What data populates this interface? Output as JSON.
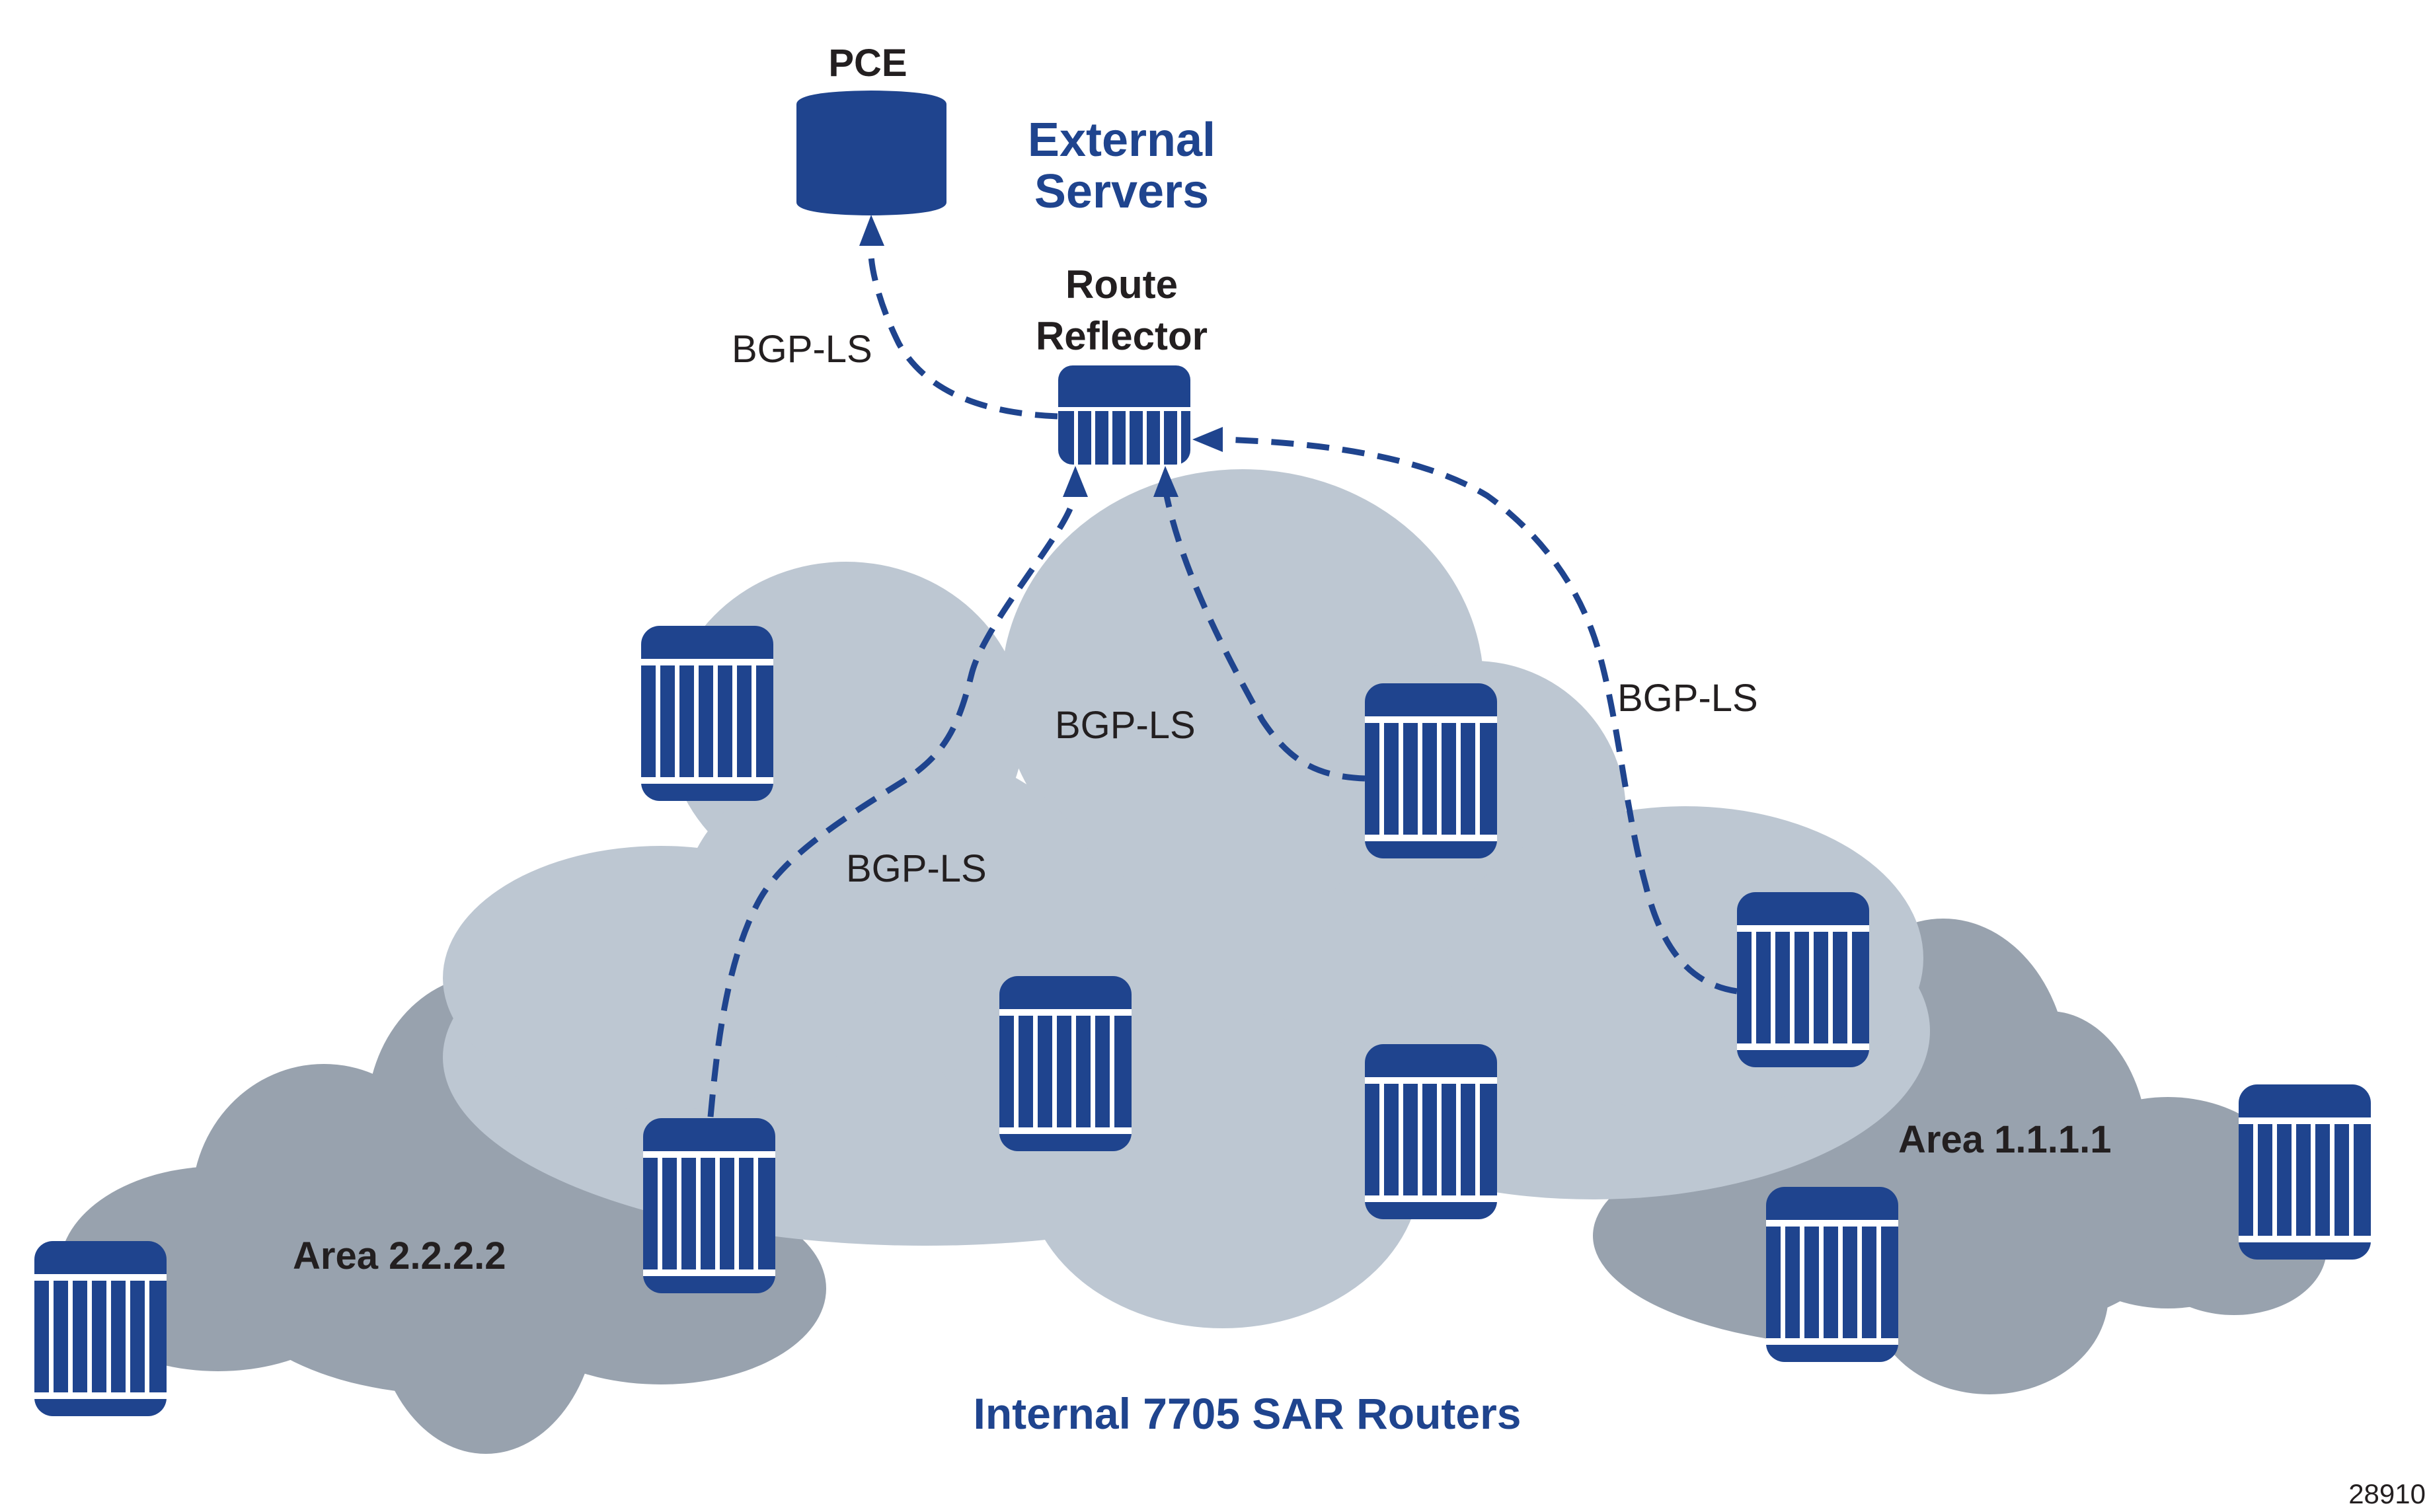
{
  "colors": {
    "router_blue": "#1f448e",
    "cloud_main": "#bdc7d2",
    "cloud_area": "#98a2ae",
    "text_dark": "#231f20",
    "text_blue": "#1f448e"
  },
  "labels": {
    "pce": "PCE",
    "external_servers_line1": "External",
    "external_servers_line2": "Servers",
    "route_reflector_line1": "Route",
    "route_reflector_line2": "Reflector",
    "area_left": "Area 2.2.2.2",
    "area_right": "Area 1.1.1.1",
    "internal_routers": "Internal 7705 SAR Routers",
    "figure_id": "28910"
  },
  "links": [
    {
      "from": "route-reflector",
      "to": "pce",
      "label": "BGP-LS"
    },
    {
      "from": "router-area2-inner",
      "to": "route-reflector",
      "label": "BGP-LS"
    },
    {
      "from": "router-core-right-upper",
      "to": "route-reflector",
      "label": "BGP-LS"
    },
    {
      "from": "router-area1-inner",
      "to": "route-reflector",
      "label": "BGP-LS"
    }
  ],
  "nodes": {
    "pce": {
      "type": "server",
      "icon": "database-cylinder-icon"
    },
    "route_reflector": {
      "type": "router",
      "icon": "router-icon"
    },
    "routers": [
      {
        "id": "router-core-upper-left",
        "zone": "core"
      },
      {
        "id": "router-core-right-upper",
        "zone": "core"
      },
      {
        "id": "router-area1-inner",
        "zone": "core/area 1.1.1.1"
      },
      {
        "id": "router-core-center",
        "zone": "core"
      },
      {
        "id": "router-core-right-lower",
        "zone": "core"
      },
      {
        "id": "router-area2-inner",
        "zone": "core/area 2.2.2.2"
      },
      {
        "id": "router-area2-edge",
        "zone": "area 2.2.2.2"
      },
      {
        "id": "router-area1-lower",
        "zone": "area 1.1.1.1"
      },
      {
        "id": "router-area1-edge",
        "zone": "area 1.1.1.1"
      }
    ]
  }
}
